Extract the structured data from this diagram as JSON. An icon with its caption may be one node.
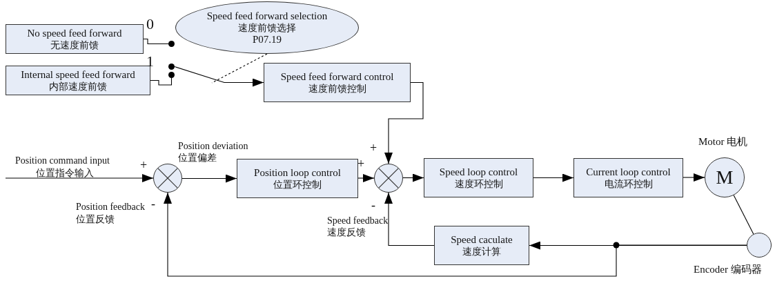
{
  "diagram": {
    "nodes": [
      {
        "text": [
          "No speed feed forward",
          "无速度前馈"
        ]
      },
      {
        "text": [
          "Internal speed feed forward",
          "内部速度前馈"
        ]
      },
      {
        "text": [
          "Speed feed forward selection",
          "速度前馈选择",
          "P07.19"
        ]
      },
      {
        "text": [
          "Speed feed forward control",
          "速度前馈控制"
        ]
      },
      {
        "text": [],
        "shape": "circle"
      },
      {
        "text": [
          "Position loop control",
          "位置环控制"
        ]
      },
      {
        "text": [],
        "shape": "circle"
      },
      {
        "text": [
          "Speed loop control",
          "速度环控制"
        ]
      },
      {
        "text": [
          "Current loop control",
          "电流环控制"
        ]
      },
      {
        "text": [
          "M"
        ],
        "beside": [
          "Motor 电机"
        ]
      },
      {
        "text": [],
        "shape": "circle",
        "beside": [
          "Encoder 编码器"
        ]
      },
      {
        "text": [
          "Speed caculate",
          "速度计算"
        ]
      },
      {
        "text": [],
        "shape": "circle"
      },
      {
        "text": [],
        "shape": "circle"
      },
      {
        "text": [],
        "shape": "circle"
      }
    ],
    "edges": [
      {
        "from": null,
        "to": 4,
        "arrow": "to"
      },
      {
        "from": 4,
        "to": 5,
        "arrow": "to"
      },
      {
        "from": 5,
        "to": 6,
        "arrow": "to"
      },
      {
        "from": 3,
        "to": 6,
        "arrow": "to"
      },
      {
        "from": 6,
        "to": 7,
        "arrow": "to"
      },
      {
        "from": 7,
        "to": 8,
        "arrow": "to"
      },
      {
        "from": 8,
        "to": 9,
        "arrow": "to"
      },
      {
        "from": 9,
        "to": 10,
        "arrow": "none"
      },
      {
        "from": 10,
        "to": 11,
        "arrow": "to"
      },
      {
        "from": 11,
        "to": 6,
        "arrow": "to"
      },
      {
        "from": 10,
        "to": 4,
        "arrow": "to"
      },
      {
        "from": 0,
        "to": 12,
        "arrow": "none"
      },
      {
        "from": 1,
        "to": 14,
        "arrow": "none"
      },
      {
        "from": 13,
        "to": 3,
        "arrow": "to"
      },
      {
        "from": 2,
        "to": null,
        "arrow": "none",
        "style": "dashed"
      }
    ],
    "labels": [
      "0",
      "1",
      "+",
      "Position command input",
      "位置指令输入",
      "Position deviation",
      "位置偏差",
      "Position feedback",
      "位置反馈",
      "-",
      "+",
      "+",
      "-",
      "Speed feedback",
      "速度反馈"
    ]
  }
}
